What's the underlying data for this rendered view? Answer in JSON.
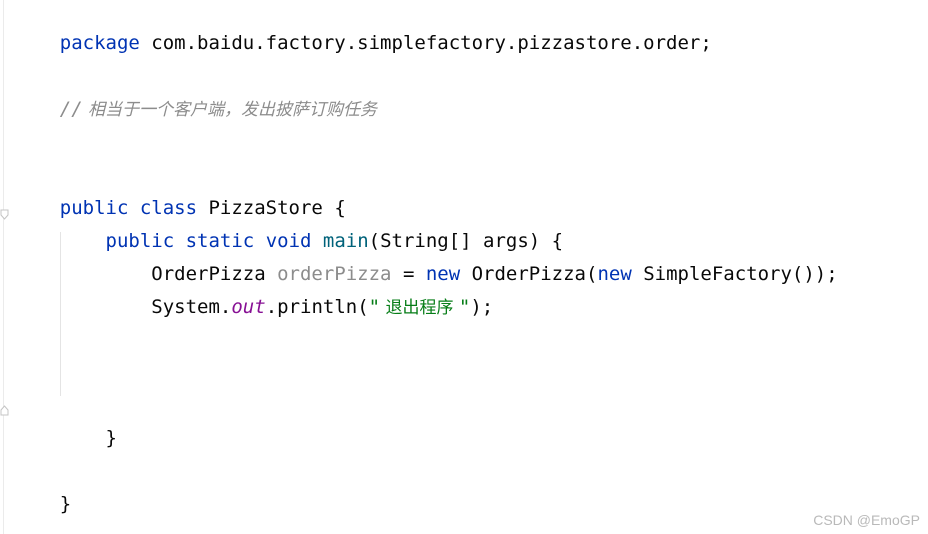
{
  "code": {
    "line_package": {
      "keyword": "package",
      "path": " com.baidu.factory.simplefactory.pizzastore.order;"
    },
    "line_comment": {
      "slashes": "//",
      "text": " 相当于一个客户端，发出披萨订购任务"
    },
    "line_class": {
      "kw_public": "public",
      "kw_class": " class",
      "name": " PizzaStore {"
    },
    "line_main": {
      "indent": "    ",
      "kw_public": "public",
      "kw_static": " static",
      "kw_void": " void",
      "method": " main",
      "params": "(String[] args) {"
    },
    "line_new": {
      "indent": "        ",
      "type": "OrderPizza",
      "var": " orderPizza",
      "assign": " = ",
      "kw_new1": "new",
      "ctor": " OrderPizza(",
      "kw_new2": "new",
      "arg": " SimpleFactory());"
    },
    "line_print": {
      "indent": "        ",
      "system": "System.",
      "out": "out",
      "println": ".println(",
      "str_open": "\"",
      "str_text": " 退出程序 ",
      "str_close": "\"",
      "end": ");"
    },
    "line_close_main": "    }",
    "line_close_class": "}"
  },
  "watermark": "CSDN @EmoGP",
  "colors": {
    "keyword": "#0033b3",
    "method": "#00627a",
    "unused_var": "#8c8c8c",
    "static_field": "#871094",
    "string": "#067d17",
    "comment": "#8c8c8c",
    "text": "#080808"
  }
}
